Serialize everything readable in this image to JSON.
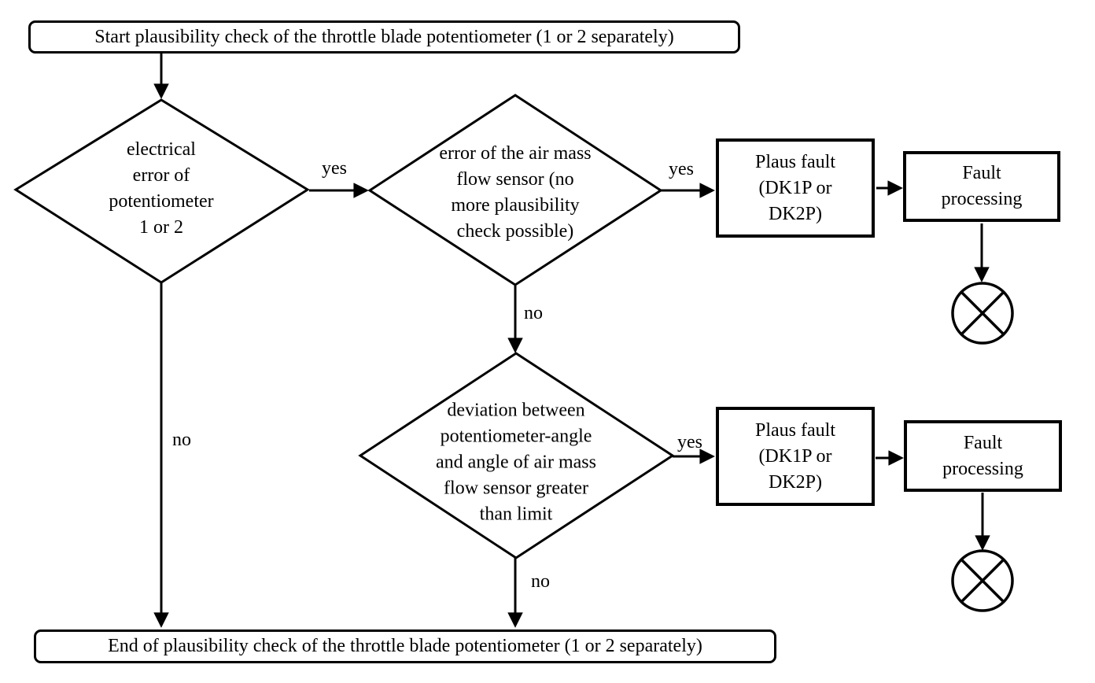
{
  "flowchart": {
    "start_label": "Start plausibility check of the throttle blade potentiometer (1 or 2 separately)",
    "end_label": "End of plausibility check of the throttle blade potentiometer (1 or 2 separately)",
    "decisions": {
      "electrical_error": "electrical\nerror of\npotentiometer\n1 or 2",
      "air_mass_error": "error of the air mass\nflow sensor (no\nmore plausibility\ncheck possible)",
      "deviation": "deviation between\npotentiometer-angle\nand angle of air mass\nflow sensor greater\nthan limit"
    },
    "process": {
      "plaus_fault_1": "Plaus fault\n(DK1P or\nDK2P)",
      "fault_processing_1": "Fault\nprocessing",
      "plaus_fault_2": "Plaus fault\n(DK1P or\nDK2P)",
      "fault_processing_2": "Fault\nprocessing"
    },
    "edge_labels": {
      "yes_1": "yes",
      "yes_2": "yes",
      "yes_3": "yes",
      "no_1": "no",
      "no_2": "no",
      "no_3": "no"
    },
    "colors": {
      "line": "#000000",
      "background": "#ffffff"
    }
  }
}
